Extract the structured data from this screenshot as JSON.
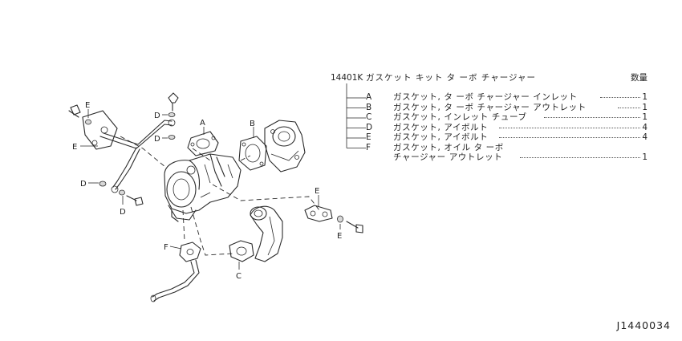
{
  "kit": {
    "code": "14401K",
    "name": "ガスケット キット タ ーボ チャージャー",
    "qty_header": "数量"
  },
  "items": [
    {
      "label": "A",
      "name": "ガスケット, タ ーボ チャージャー インレット",
      "qty": "1"
    },
    {
      "label": "B",
      "name": "ガスケット, タ ーボ チャージャー アウトレット",
      "qty": "1"
    },
    {
      "label": "C",
      "name": "ガスケット, インレット チューブ",
      "qty": "1"
    },
    {
      "label": "D",
      "name": "ガスケット, アイボルト",
      "qty": "4"
    },
    {
      "label": "E",
      "name": "ガスケット, アイボルト",
      "qty": "4"
    },
    {
      "label": "F",
      "name": "ガスケット, オイル タ ーボ",
      "name2": "チャージャー アウトレット",
      "qty": "1"
    }
  ],
  "callouts": {
    "a": "A",
    "b": "B",
    "c": "C",
    "d": "D",
    "e": "E",
    "f": "F"
  },
  "diagram_id": "J1440034"
}
